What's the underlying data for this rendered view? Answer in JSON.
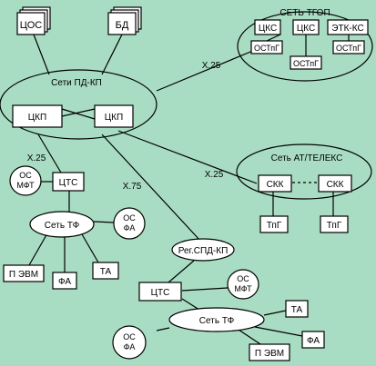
{
  "nodes": {
    "cos_stack": "ЦОС",
    "bd_stack": "БД",
    "tgop_title": "СЕТЬ ТГОП",
    "cks1": "ЦКС",
    "cks2": "ЦКС",
    "etk_ks": "ЭТК-КС",
    "ostpg1": "ОСТпГ",
    "ostpg2": "ОСТпГ",
    "ostpg3": "ОСТпГ",
    "pd_kp_title": "Сети ПД-КП",
    "ckp1": "ЦКП",
    "ckp2": "ЦКП",
    "at_telex_title": "Сеть  АТ/ТЕЛЕКС",
    "skk1": "СКК",
    "skk2": "СКК",
    "tpg1": "ТпГ",
    "tpg2": "ТпГ",
    "os_mft_left_1": "ОС",
    "os_mft_left_2": "МФТ",
    "cts_left": "ЦТС",
    "tf_left_title": "Сеть ТФ",
    "os_fa_left_1": "ОС",
    "os_fa_left_2": "ФА",
    "p_evm_left": "П ЭВМ",
    "fa_left": "ФА",
    "ta_left": "ТА",
    "reg_spd_kp": "Рег.СПД-КП",
    "cts_right": "ЦТС",
    "os_mft_right_1": "ОС",
    "os_mft_right_2": "МФТ",
    "tf_right_title": "Сеть ТФ",
    "ta_right": "ТА",
    "os_fa_right_1": "ОС",
    "os_fa_right_2": "ФА",
    "fa_right": "ФА",
    "p_evm_right": "П ЭВМ"
  },
  "links": {
    "x25_top": "Х.25",
    "x25_left": "Х.25",
    "x75": "Х.75",
    "x25_right": "Х.25"
  }
}
